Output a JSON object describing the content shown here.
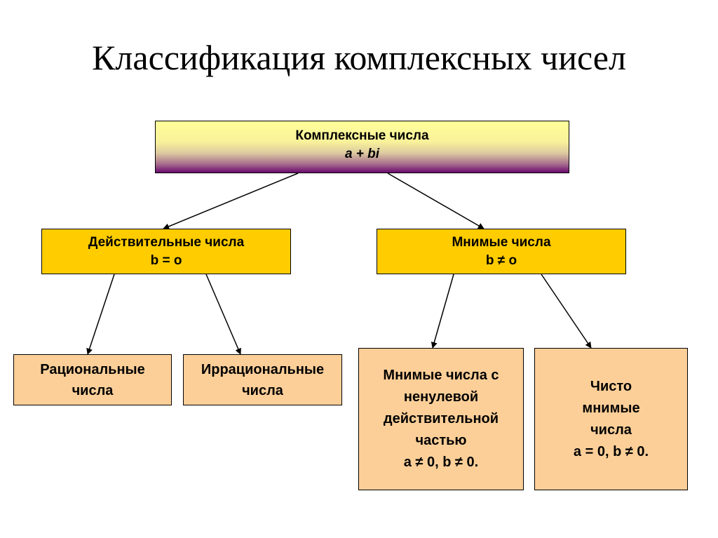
{
  "title": "Классификация комплексных чисел",
  "root": {
    "label": "Комплексные числа",
    "formula": "a + bi"
  },
  "real": {
    "label": "Действительные числа",
    "condition": "b = o"
  },
  "imaginary": {
    "label": "Мнимые числа",
    "condition": "b ≠ o"
  },
  "rational": {
    "line1": "Рациональные",
    "line2": "числа"
  },
  "irrational": {
    "line1": "Иррациональные",
    "line2": "числа"
  },
  "imag_nonzero_real": {
    "line1": "Мнимые числа с",
    "line2": "ненулевой",
    "line3": "действительной",
    "line4": "частью",
    "condition": "a ≠ 0, b ≠ 0."
  },
  "pure_imaginary": {
    "line1": "Чисто",
    "line2": "мнимые",
    "line3": "числа",
    "condition": "a = 0, b ≠ 0."
  },
  "colors": {
    "level1_fill": "#ffcc00",
    "leaf_fill": "#fdcf98",
    "root_gradient_top": "#ffff99",
    "root_gradient_bottom": "#6a0a6e"
  }
}
